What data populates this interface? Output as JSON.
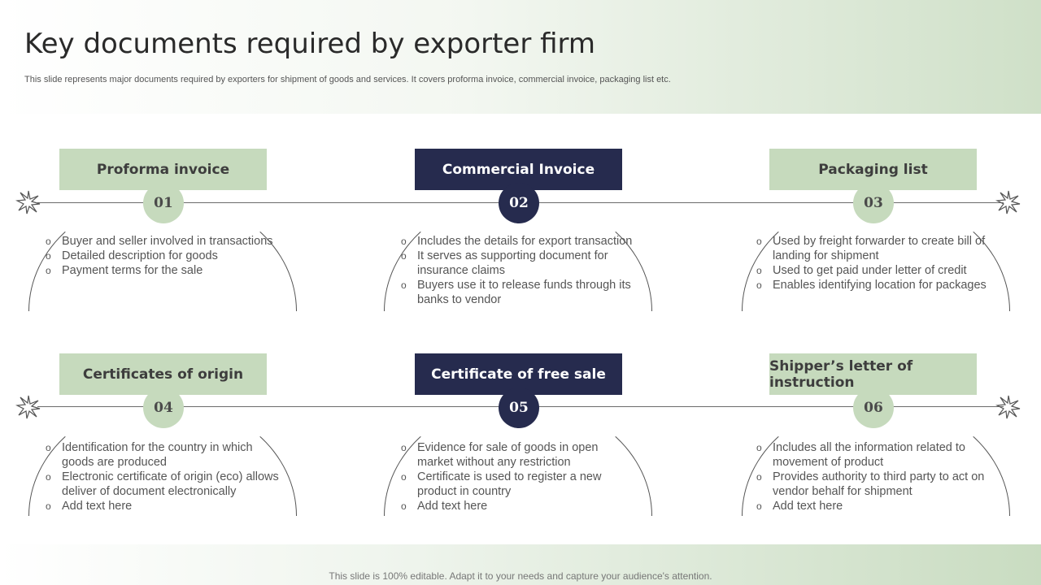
{
  "title": "Key documents required by exporter firm",
  "subtitle": "This slide represents major documents required by exporters for shipment of goods and services. It covers proforma invoice, commercial invoice, packaging list etc.",
  "footer": "This slide is 100% editable. Adapt it to your needs and capture your audience's attention.",
  "colors": {
    "green": "#c6dabd",
    "navy": "#262b4e"
  },
  "icons": {
    "row_end_marker": "sunburst-icon"
  },
  "cards": [
    {
      "label": "Proforma invoice",
      "number": "01",
      "style": "green",
      "bullets": [
        "Buyer and seller involved in transactions",
        "Detailed description for goods",
        "Payment terms for the sale"
      ]
    },
    {
      "label": "Commercial Invoice",
      "number": "02",
      "style": "navy",
      "bullets": [
        "Includes the details for export transaction",
        "It serves as supporting document for insurance claims",
        "Buyers use it to release funds through its banks to vendor"
      ]
    },
    {
      "label": "Packaging list",
      "number": "03",
      "style": "green",
      "bullets": [
        "Used by freight forwarder to create bill of landing for shipment",
        "Used to get paid under letter of credit",
        "Enables identifying location for packages"
      ]
    },
    {
      "label": "Certificates of origin",
      "number": "04",
      "style": "green",
      "bullets": [
        "Identification for the country in which goods are produced",
        "Electronic certificate of origin (eco) allows deliver of document electronically",
        "Add text here"
      ]
    },
    {
      "label": "Certificate of free sale",
      "number": "05",
      "style": "navy",
      "bullets": [
        "Evidence for sale of goods in open market without any restriction",
        "Certificate is used to register a new product in country",
        "Add text here"
      ]
    },
    {
      "label": "Shipper’s letter of instruction",
      "number": "06",
      "style": "green",
      "bullets": [
        "Includes all the information related to movement of product",
        "Provides authority to third party to act on vendor behalf for shipment",
        "Add text here"
      ]
    }
  ]
}
